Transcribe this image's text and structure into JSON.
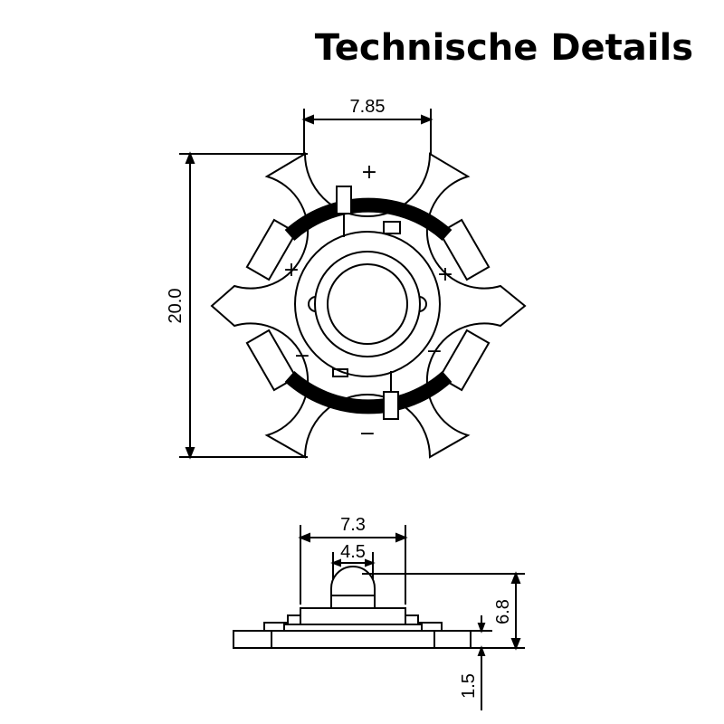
{
  "title": "Technische Details",
  "top_view": {
    "width_label": "7.85",
    "height_label": "20.0",
    "polarity": {
      "plus": "+",
      "minus": "−"
    }
  },
  "side_view": {
    "base_width_label": "7.3",
    "lens_width_label": "4.5",
    "total_height_label": "6.8",
    "board_thickness_label": "1.5"
  },
  "colors": {
    "line": "#000000",
    "background": "#ffffff"
  }
}
